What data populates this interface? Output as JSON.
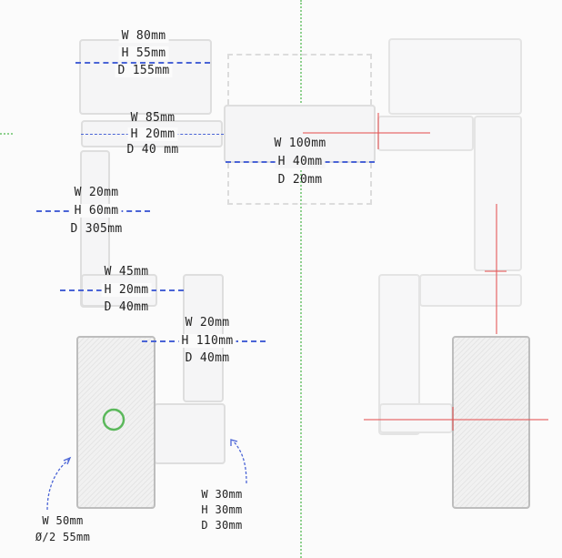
{
  "labels": {
    "block_80x55": {
      "w": "W 80mm",
      "h": "H 55mm",
      "d": "D 155mm"
    },
    "block_85x20": {
      "w": "W 85mm",
      "h": "H 20mm",
      "d": "D 40 mm"
    },
    "block_100x40": {
      "w": "W 100mm",
      "h": "H 40mm",
      "d": "D 20mm"
    },
    "block_20x60": {
      "w": "W 20mm",
      "h": "H 60mm",
      "d": "D 305mm"
    },
    "block_45x20": {
      "w": "W 45mm",
      "h": "H 20mm",
      "d": "D 40mm"
    },
    "block_20x110": {
      "w": "W 20mm",
      "h": "H 110mm",
      "d": "D 40mm"
    },
    "block_30x30": {
      "w": "W 30mm",
      "h": "H 30mm",
      "d": "D 30mm"
    },
    "cylinder": {
      "w": "W 50mm",
      "dia": "Ø/2 55mm"
    }
  },
  "colors": {
    "dimension_line": "#4a64d6",
    "guide": "#8ed08e",
    "alignment": "#e65a5a",
    "marker": "#5bb85b"
  }
}
